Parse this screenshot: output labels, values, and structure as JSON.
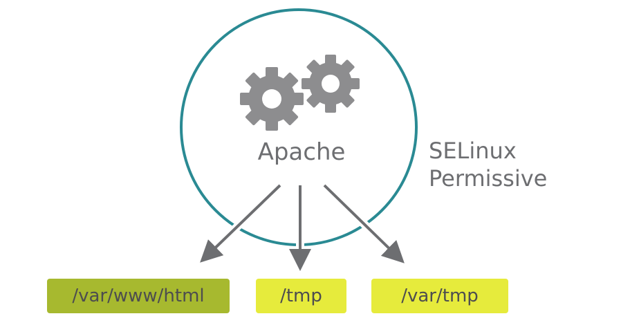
{
  "process": {
    "label": "Apache",
    "icon": "gears-icon"
  },
  "selinux": {
    "line1": "SELinux",
    "line2": "Permissive"
  },
  "targets": [
    {
      "label": "/var/www/html",
      "color": "#a7b92f"
    },
    {
      "label": "/tmp",
      "color": "#e6eb3c"
    },
    {
      "label": "/var/tmp",
      "color": "#e6eb3c"
    }
  ],
  "colors": {
    "circle": "#2a8a93",
    "gear": "#8d8d8f",
    "arrow": "#6d6e71",
    "text": "#6d6e71"
  }
}
